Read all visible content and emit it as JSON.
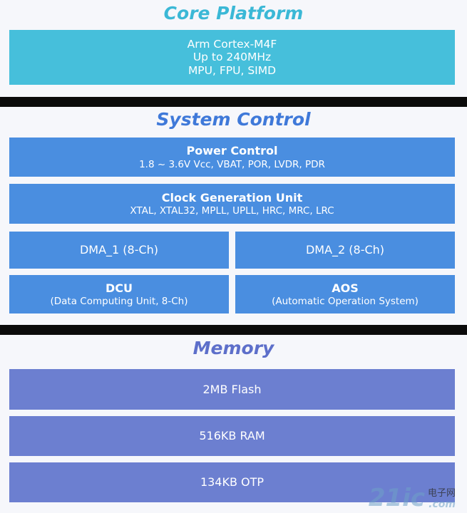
{
  "core": {
    "title": "Core Platform",
    "line1": "Arm Cortex-M4F",
    "line2": "Up to 240MHz",
    "line3": "MPU, FPU, SIMD"
  },
  "system": {
    "title": "System Control",
    "power": {
      "label": "Power Control",
      "detail": "1.8 ~ 3.6V Vcc, VBAT, POR, LVDR, PDR"
    },
    "clock": {
      "label": "Clock Generation Unit",
      "detail": "XTAL, XTAL32, MPLL, UPLL, HRC, MRC, LRC"
    },
    "dma1": "DMA_1 (8-Ch)",
    "dma2": "DMA_2 (8-Ch)",
    "dcu": {
      "label": "DCU",
      "detail": "(Data Computing Unit, 8-Ch)"
    },
    "aos": {
      "label": "AOS",
      "detail": "(Automatic Operation System)"
    }
  },
  "memory": {
    "title": "Memory",
    "flash": "2MB Flash",
    "ram": "516KB RAM",
    "otp": "134KB OTP"
  },
  "watermark": {
    "brand": "21ic",
    "cn": "电子网",
    "com": ".com"
  },
  "colors": {
    "core_title": "#3bb8d6",
    "system_title": "#3f79d9",
    "memory_title": "#5d6fca",
    "core_box": "#46bfdb",
    "system_box": "#4a8ee0",
    "memory_box": "#6c7fd0"
  }
}
